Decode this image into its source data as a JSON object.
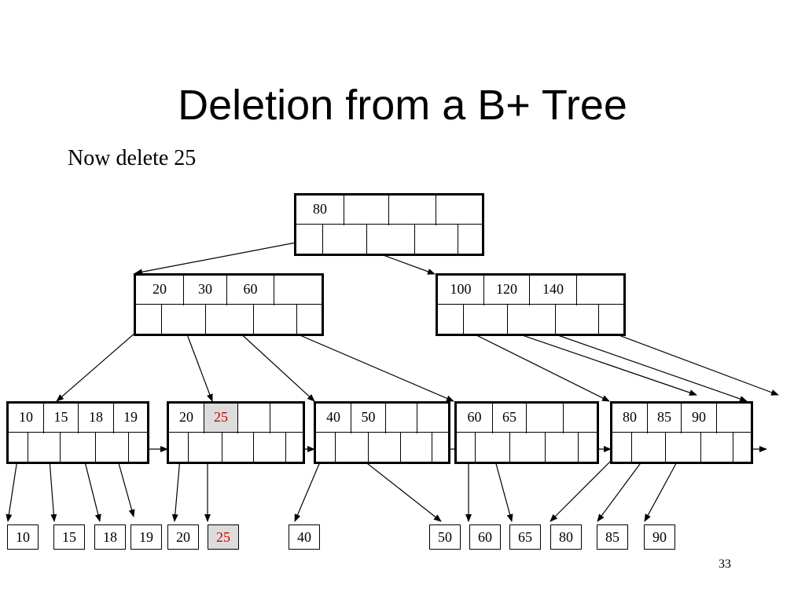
{
  "title": "Deletion from a B+ Tree",
  "subtitle": "Now delete 25",
  "page_number": "33",
  "highlight": {
    "background": "#dcdcdc",
    "text": "#d00000"
  },
  "root": {
    "keys": [
      "80",
      "",
      "",
      ""
    ]
  },
  "internal": [
    {
      "keys": [
        "20",
        "30",
        "60",
        ""
      ]
    },
    {
      "keys": [
        "100",
        "120",
        "140",
        ""
      ]
    }
  ],
  "leaves": [
    {
      "keys": [
        "10",
        "15",
        "18",
        "19"
      ]
    },
    {
      "keys": [
        "20",
        "25",
        "",
        ""
      ]
    },
    {
      "keys": [
        "40",
        "50",
        "",
        ""
      ]
    },
    {
      "keys": [
        "60",
        "65",
        "",
        ""
      ]
    },
    {
      "keys": [
        "80",
        "85",
        "90",
        ""
      ]
    }
  ],
  "records": [
    "10",
    "15",
    "18",
    "19",
    "20",
    "25",
    "40",
    "50",
    "60",
    "65",
    "80",
    "85",
    "90"
  ]
}
